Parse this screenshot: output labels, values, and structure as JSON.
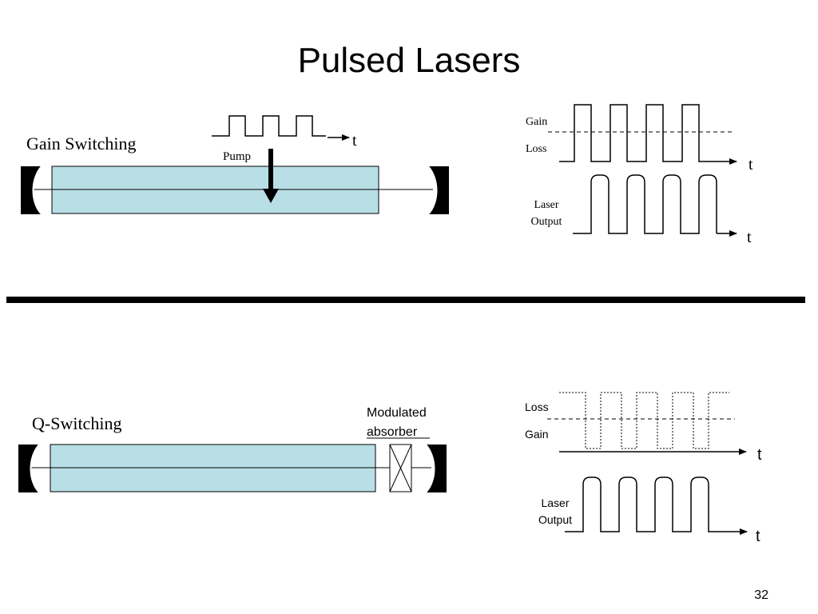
{
  "slide": {
    "title": "Pulsed Lasers",
    "page_number": "32"
  },
  "gain_switching": {
    "label": "Gain Switching",
    "pump_label": "Pump",
    "pump_axis": "t",
    "gain_label": "Gain",
    "loss_label": "Loss",
    "gain_axis": "t",
    "laser_output_line1": "Laser",
    "laser_output_line2": "Output",
    "output_axis": "t"
  },
  "q_switching": {
    "label": "Q-Switching",
    "absorber_line1": "Modulated",
    "absorber_line2": "absorber",
    "loss_label": "Loss",
    "gain_label": "Gain",
    "loss_axis": "t",
    "laser_output_line1": "Laser",
    "laser_output_line2": "Output",
    "output_axis": "t"
  },
  "colors": {
    "gain_medium": "#b9dfe6",
    "mirror": "#000000",
    "divider": "#000000"
  }
}
